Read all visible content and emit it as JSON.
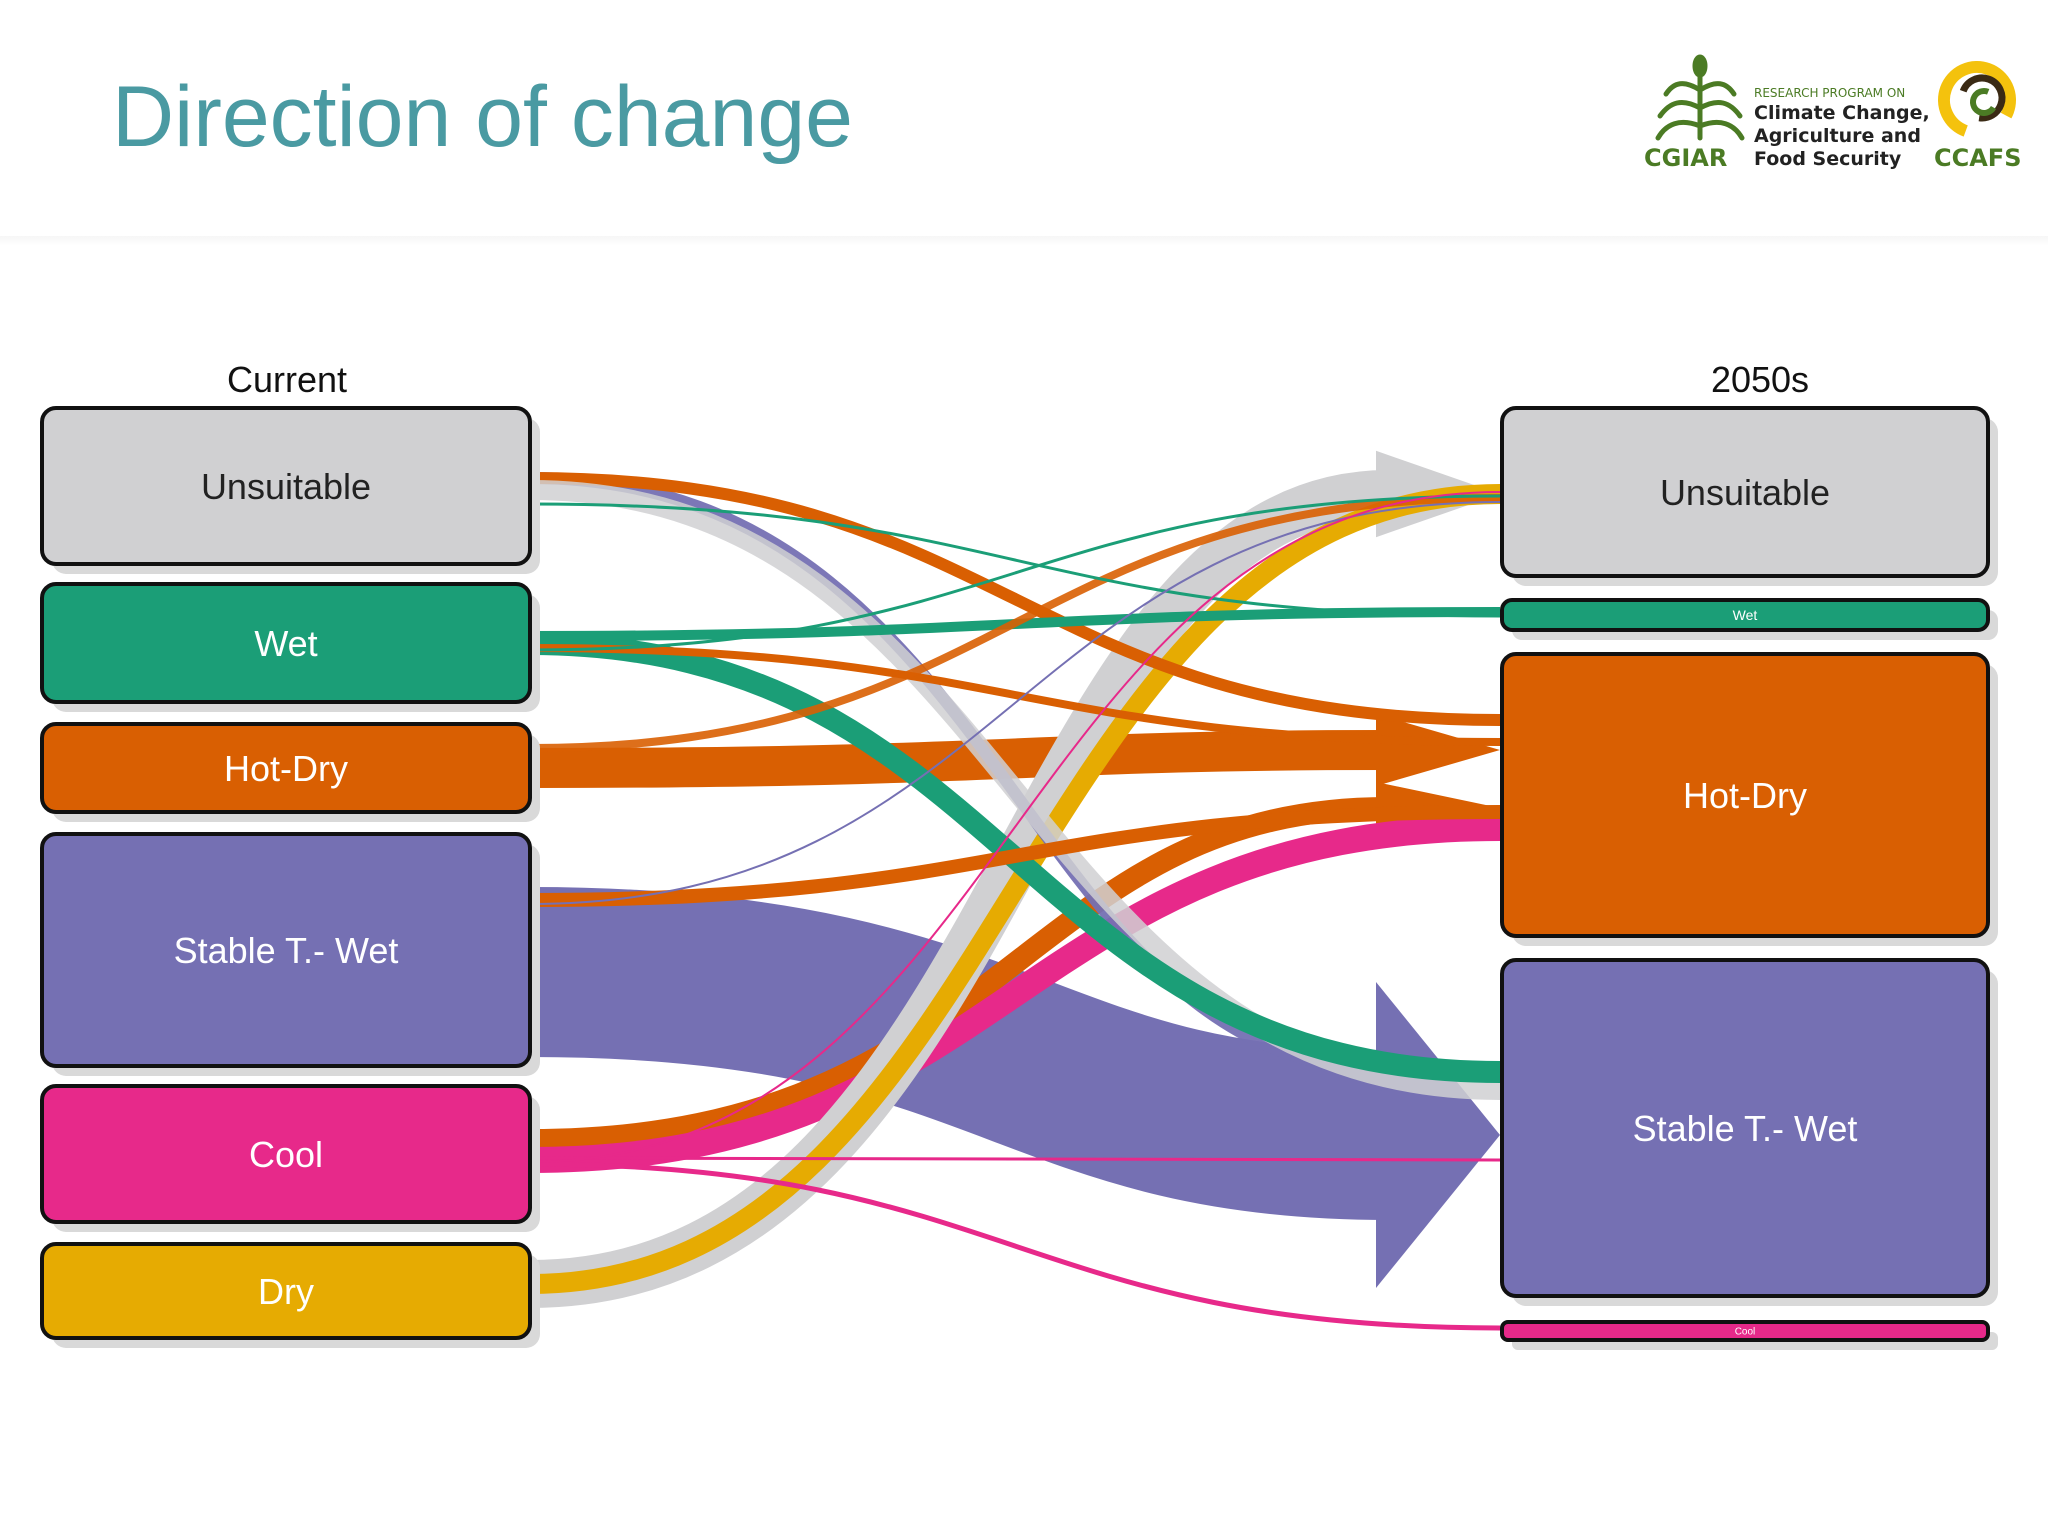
{
  "title": "Direction of change",
  "logos": {
    "cgiar_icon": "wheat-sheaf-icon",
    "cgiar_text": "CGIAR",
    "program_small": "RESEARCH PROGRAM ON",
    "program_lines": [
      "Climate Change,",
      "Agriculture and",
      "Food Security"
    ],
    "ccafs_icon": "ccafs-circle-icon",
    "ccafs_text": "CCAFS"
  },
  "diagram": {
    "left_heading": "Current",
    "right_heading": "2050s",
    "categories": [
      {
        "key": "unsuitable",
        "color": "#d0d0d2",
        "text_color": "#222222"
      },
      {
        "key": "wet",
        "color": "#1b9e77",
        "text_color": "#ffffff"
      },
      {
        "key": "hotdry",
        "color": "#d95f02",
        "text_color": "#ffffff"
      },
      {
        "key": "stable",
        "color": "#7570b3",
        "text_color": "#ffffff"
      },
      {
        "key": "cool",
        "color": "#e7298a",
        "text_color": "#ffffff"
      },
      {
        "key": "dry",
        "color": "#e6ab02",
        "text_color": "#ffffff"
      }
    ],
    "left_nodes": [
      {
        "key": "unsuitable",
        "label": "Unsuitable"
      },
      {
        "key": "wet",
        "label": "Wet"
      },
      {
        "key": "hotdry",
        "label": "Hot-Dry"
      },
      {
        "key": "stable",
        "label": "Stable T.- Wet"
      },
      {
        "key": "cool",
        "label": "Cool"
      },
      {
        "key": "dry",
        "label": "Dry"
      }
    ],
    "right_nodes": [
      {
        "key": "unsuitable",
        "label": "Unsuitable"
      },
      {
        "key": "wet",
        "label": "Wet"
      },
      {
        "key": "hotdry",
        "label": "Hot-Dry"
      },
      {
        "key": "stable",
        "label": "Stable T.- Wet"
      },
      {
        "key": "cool",
        "label": "Cool"
      }
    ],
    "flows": [
      {
        "from": "stable",
        "to": "stable",
        "color": "#7570b3"
      },
      {
        "from": "hotdry",
        "to": "hotdry",
        "color": "#d95f02"
      },
      {
        "from": "cool",
        "to": "hotdry",
        "color": "#d95f02"
      },
      {
        "from": "cool",
        "to": "hotdry",
        "color": "#e7298a"
      },
      {
        "from": "dry",
        "to": "unsuitable",
        "color": "#d0d0d2"
      },
      {
        "from": "dry",
        "to": "unsuitable",
        "color": "#e6ab02"
      },
      {
        "from": "unsuitable",
        "to": "stable",
        "color": "#7570b3"
      },
      {
        "from": "unsuitable",
        "to": "hotdry",
        "color": "#d95f02"
      },
      {
        "from": "unsuitable",
        "to": "stable",
        "color": "#d0d0d2"
      },
      {
        "from": "wet",
        "to": "stable",
        "color": "#1b9e77"
      },
      {
        "from": "wet",
        "to": "hotdry",
        "color": "#d95f02"
      },
      {
        "from": "wet",
        "to": "wet",
        "color": "#1b9e77"
      },
      {
        "from": "hotdry",
        "to": "unsuitable",
        "color": "#d95f02"
      },
      {
        "from": "stable",
        "to": "hotdry",
        "color": "#d95f02"
      },
      {
        "from": "cool",
        "to": "cool",
        "color": "#e7298a"
      },
      {
        "from": "cool",
        "to": "stable",
        "color": "#e7298a"
      },
      {
        "from": "unsuitable",
        "to": "wet",
        "color": "#1b9e77"
      },
      {
        "from": "stable",
        "to": "unsuitable",
        "color": "#7570b3"
      },
      {
        "from": "wet",
        "to": "unsuitable",
        "color": "#1b9e77"
      },
      {
        "from": "cool",
        "to": "unsuitable",
        "color": "#e7298a"
      }
    ]
  }
}
